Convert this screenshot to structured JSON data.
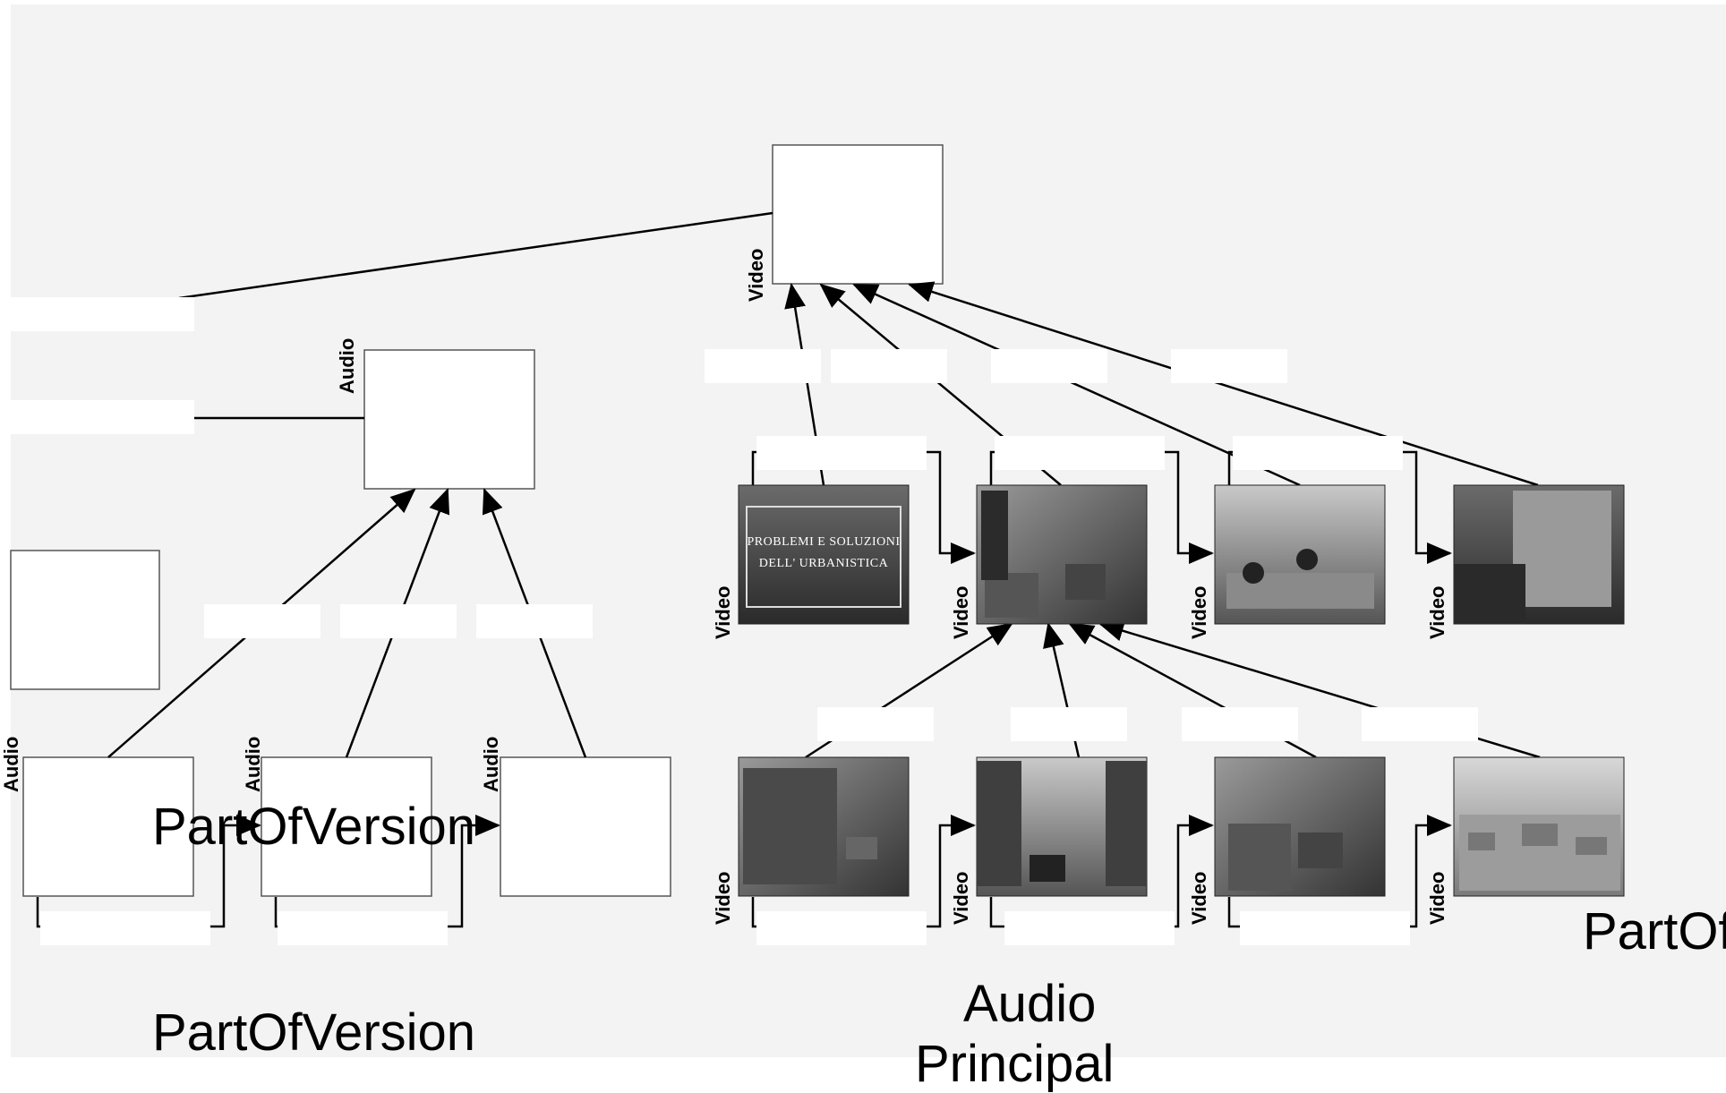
{
  "colors": {
    "background": "#f3f3f3",
    "box_fill": "#ffffff",
    "line": "#000000"
  },
  "labels": {
    "video": "Video",
    "audio": "Audio",
    "part_of_version": "PartOfVersion",
    "part_of_cut": "PartOf",
    "audio_principal_line1": "Audio",
    "audio_principal_line2": "Principal"
  },
  "thumbnails": {
    "title_card_line1": "PROBLEMI E SOLUZIONI",
    "title_card_line2": "DELL' URBANISTICA"
  }
}
